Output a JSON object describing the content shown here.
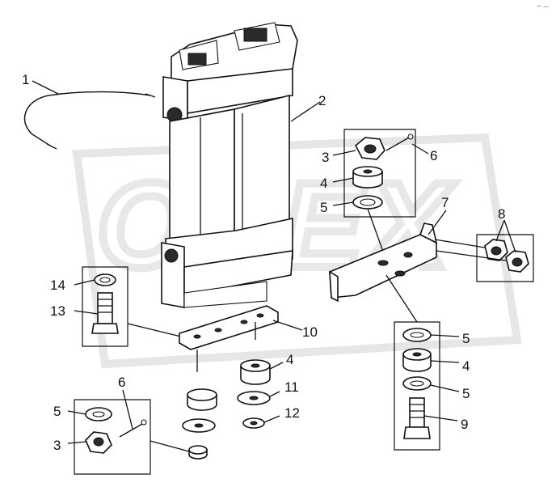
{
  "diagram": {
    "callouts": {
      "c1": "1",
      "c2": "2",
      "c3a": "3",
      "c6a": "6",
      "c4a": "4",
      "c5a": "5",
      "c7": "7",
      "c8": "8",
      "c14": "14",
      "c13": "13",
      "c10": "10",
      "c4b": "4",
      "c11": "11",
      "c12": "12",
      "c6b": "6",
      "c5b": "5",
      "c3b": "3",
      "c5c": "5",
      "c4c": "4",
      "c5d": "5",
      "c9": "9"
    },
    "corner_mark": "~ —",
    "watermark_text": "OPEX",
    "colors": {
      "ink": "#111111",
      "watermark": "#eeeeee",
      "background": "#ffffff"
    }
  }
}
